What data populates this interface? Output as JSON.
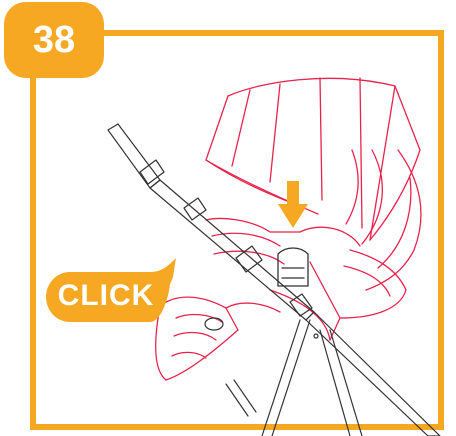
{
  "step": {
    "number": "38"
  },
  "callout": {
    "label": "CLICK"
  },
  "colors": {
    "accent": "#f6a823",
    "line_art": "#e8234b",
    "frame_art": "#333333"
  },
  "icons": {
    "arrow": "down-arrow-icon",
    "burst": "speech-bubble"
  }
}
